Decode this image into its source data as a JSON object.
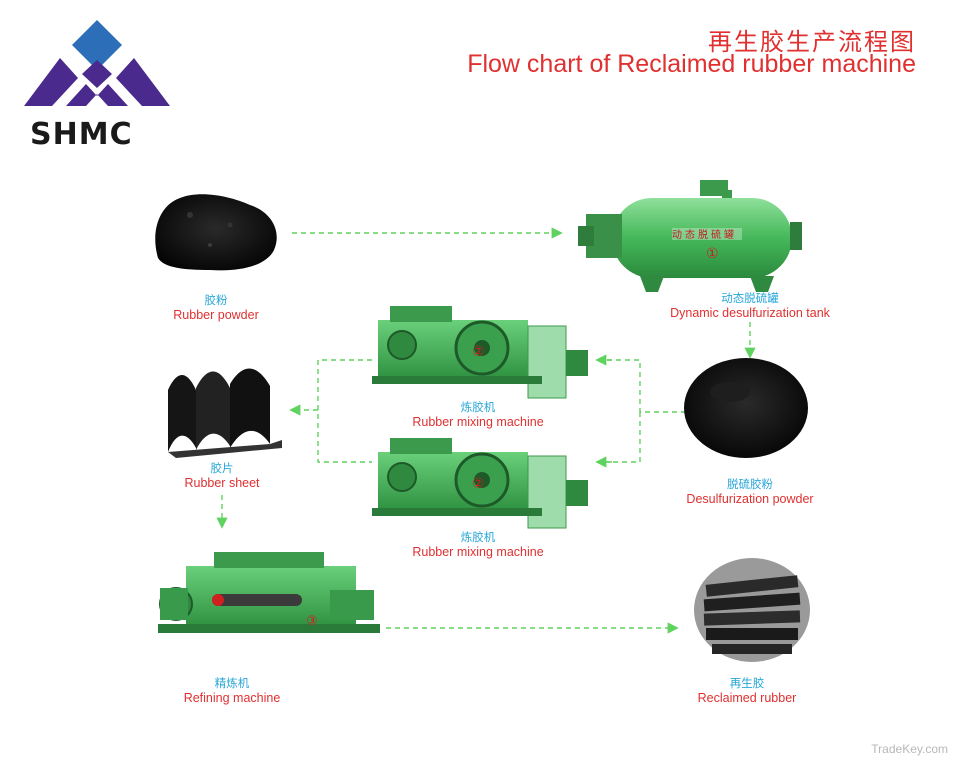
{
  "title": {
    "cn": "再生胶生产流程图",
    "en": "Flow chart of Reclaimed rubber machine"
  },
  "logo": {
    "text": "SHMC"
  },
  "steps": {
    "rubber_powder": {
      "cn": "胶粉",
      "en": "Rubber powder"
    },
    "desulfurization_tank": {
      "cn": "动态脱硫罐",
      "en": "Dynamic desulfurization tank",
      "marker": "①",
      "tank_text": "动态脱硫罐"
    },
    "desulfurization_powder": {
      "cn": "脱硫胶粉",
      "en": "Desulfurization powder"
    },
    "mixing_machine_1": {
      "cn": "炼胶机",
      "en": "Rubber mixing machine",
      "marker": "②"
    },
    "mixing_machine_2": {
      "cn": "炼胶机",
      "en": "Rubber mixing machine",
      "marker": "②"
    },
    "rubber_sheet": {
      "cn": "胶片",
      "en": "Rubber sheet"
    },
    "refining_machine": {
      "cn": "精炼机",
      "en": "Refining machine",
      "marker": "③"
    },
    "reclaimed_rubber": {
      "cn": "再生胶",
      "en": "Reclaimed rubber"
    }
  },
  "watermark": "TradeKey.com",
  "colors": {
    "title": "#e03030",
    "label_cn": "#27a6d8",
    "label_en": "#e03030",
    "arrow": "#5fd25f",
    "machine": "#49b85a",
    "logo_purple": "#4a2a8c",
    "logo_blue": "#2c6fb8"
  }
}
